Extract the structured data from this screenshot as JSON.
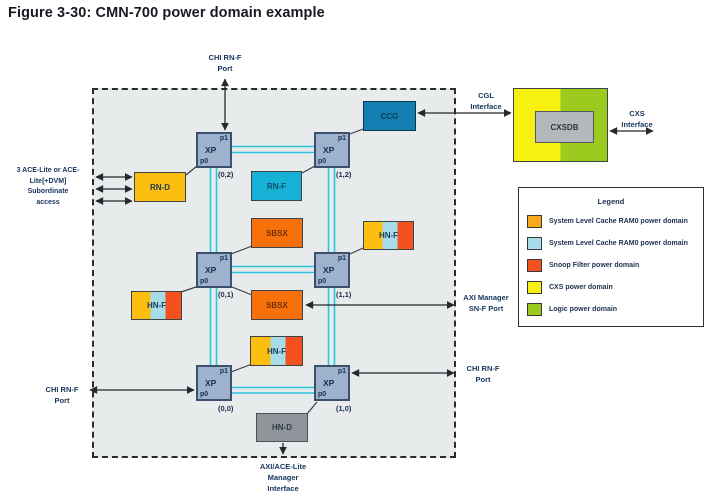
{
  "title": "Figure 3-30: CMN-700 power domain example",
  "ports": {
    "top_chi": {
      "line1": "CHI RN-F",
      "line2": "Port"
    },
    "ace": {
      "line1": "3 ACE-Lite or ACE-",
      "line2": "Lite[+DVM]",
      "line3": "Subordinate",
      "line4": "access"
    },
    "left_chi": {
      "line1": "CHI RN-F",
      "line2": "Port"
    },
    "snf": {
      "line1": "AXI Manager",
      "line2": "SN-F Port"
    },
    "right_chi": {
      "line1": "CHI RN-F",
      "line2": "Port"
    },
    "cgl": {
      "line1": "CGL",
      "line2": "Interface"
    },
    "cxs": {
      "line1": "CXS",
      "line2": "Interface"
    },
    "axi": {
      "line1": "AXI/ACE-Lite",
      "line2": "Manager",
      "line3": "Interface"
    }
  },
  "xp": {
    "label": "XP",
    "p0": "p0",
    "p1": "p1",
    "nodes": [
      {
        "coord": "(0,2)"
      },
      {
        "coord": "(1,2)"
      },
      {
        "coord": "(0,1)"
      },
      {
        "coord": "(1,1)"
      },
      {
        "coord": "(0,0)"
      },
      {
        "coord": "(1,0)"
      }
    ]
  },
  "blocks": {
    "rnd": "RN-D",
    "rnf": "RN-F",
    "ccg": "CCG",
    "sbsx_top": "SBSX",
    "sbsx_bottom": "SBSX",
    "hnf_right": "HN-F",
    "hnf_left": "HN-F",
    "hnf_mid": "HN-F",
    "hnd": "HN-D",
    "cxsdb": "CXSDB"
  },
  "legend": {
    "title": "Legend",
    "items": [
      {
        "label": "System Level Cache RAM0 power domain",
        "color": "#F9A91C"
      },
      {
        "label": "System Level Cache RAM0 power domain",
        "color": "#A6DDE9"
      },
      {
        "label": "Snoop Filter power domain",
        "color": "#F4511E"
      },
      {
        "label": "CXS power domain",
        "color": "#F7F011"
      },
      {
        "label": "Logic power domain",
        "color": "#9CCB1F"
      }
    ]
  },
  "colors": {
    "mesh_link": "#2CC5DC",
    "xp_fill": "#9FB2CD",
    "xp_border": "#3E4F6E",
    "rnd_fill": "#FCBF10",
    "rnf_fill": "#16B1D4",
    "ccg_fill": "#137FB2",
    "sbsx_fill": "#F8700A",
    "snoop_fill": "#F4511E",
    "slc_ram_light": "#A6DDE9",
    "cxs_yellow": "#F7F011",
    "logic_green": "#9CCB1F",
    "hnd_fill": "#8F959A",
    "region_fill": "#E7EBEC"
  }
}
